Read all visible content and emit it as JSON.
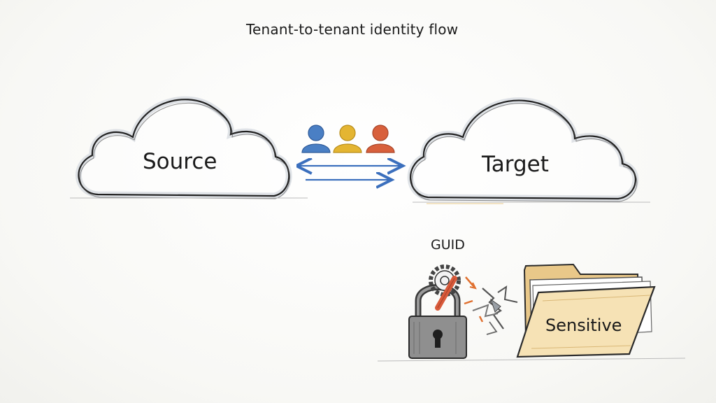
{
  "diagram": {
    "title": "Tenant-to-tenant identity flow",
    "source_label": "Source",
    "target_label": "Target",
    "guid_label": "GUID",
    "folder_label": "Sensitive",
    "users": [
      {
        "icon": "user-icon",
        "color": "#4a7fc4"
      },
      {
        "icon": "user-icon",
        "color": "#e4b532"
      },
      {
        "icon": "user-icon",
        "color": "#d8603c"
      }
    ],
    "colors": {
      "arrow": "#3b6fbd",
      "ink": "#1f1f1f",
      "folder_fill": "#f6e2b5",
      "folder_back": "#e9c889",
      "lock_body": "#8a8a8a",
      "spark": "#e0702f"
    }
  }
}
